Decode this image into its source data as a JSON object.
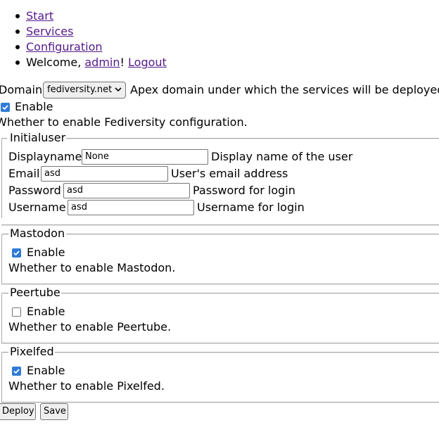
{
  "nav": {
    "start": "Start",
    "services": "Services",
    "configuration": "Configuration",
    "welcome_prefix": "Welcome, ",
    "user": "admin",
    "welcome_suffix": "!",
    "logout": "Logout"
  },
  "domain": {
    "label": "Domain",
    "selected": "fediversity.net",
    "description": "Apex domain under which the services will be deployed."
  },
  "enable": {
    "label": "Enable",
    "checked": true,
    "description": "Whether to enable Fediversity configuration."
  },
  "initialuser": {
    "legend": "Initialuser",
    "fields": [
      {
        "label": "Displayname",
        "value": "None",
        "description": "Display name of the user"
      },
      {
        "label": "Email",
        "value": "asd",
        "description": "User's email address"
      },
      {
        "label": "Password",
        "value": "asd",
        "description": "Password for login"
      },
      {
        "label": "Username",
        "value": "asd",
        "description": "Username for login"
      }
    ]
  },
  "mastodon": {
    "legend": "Mastodon",
    "enable_label": "Enable",
    "checked": true,
    "description": "Whether to enable Mastodon."
  },
  "peertube": {
    "legend": "Peertube",
    "enable_label": "Enable",
    "checked": false,
    "description": "Whether to enable Peertube."
  },
  "pixelfed": {
    "legend": "Pixelfed",
    "enable_label": "Enable",
    "checked": true,
    "description": "Whether to enable Pixelfed."
  },
  "actions": {
    "deploy": "Deploy",
    "save": "Save"
  },
  "colors": {
    "link": "#551a8b",
    "checkbox_accent": "#2f7bd6"
  },
  "icons": {
    "checkbox_checked": "check-icon",
    "select": "chevron-down-icon"
  }
}
